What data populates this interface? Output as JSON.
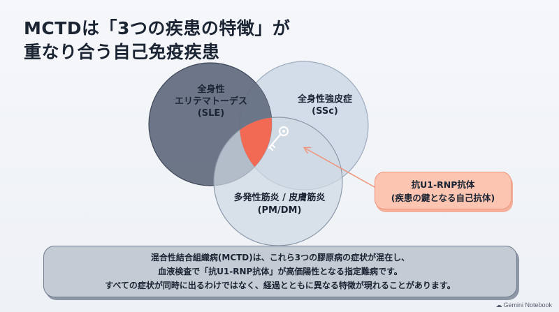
{
  "title": {
    "line1": "MCTDは「3つの疾患の特徴」が",
    "line2": "重なり合う自己免疫疾患"
  },
  "venn": {
    "sle": {
      "line1": "全身性",
      "line2": "エリテマトーデス",
      "line3": "(SLE)"
    },
    "ssc": {
      "line1": "全身性強皮症",
      "line2": "(SSc)"
    },
    "pmdm": {
      "line1": "多発性筋炎 / 皮膚筋炎",
      "line2": "(PM/DM)"
    },
    "colors": {
      "sle": "#5a6478",
      "ssc": "#d3dde9",
      "pmdm": "#cfd8e3",
      "center": "#f26a53",
      "arrow": "#f0937a"
    },
    "center_icon": "key-icon"
  },
  "callout": {
    "line1": "抗U1-RNP抗体",
    "line2": "(疾患の鍵となる自己抗体)"
  },
  "note": {
    "line1": "混合性結合組織病(MCTD)は、これら3つの膠原病の症状が混在し、",
    "line2": "血液検査で「抗U1-RNP抗体」が高価陽性となる指定難病です。",
    "line3": "すべての症状が同時に出るわけではなく、経過とともに異なる特徴が現れることがあります。"
  },
  "brand": {
    "label": "Gemini Notebook",
    "icon": "gemini-icon"
  }
}
